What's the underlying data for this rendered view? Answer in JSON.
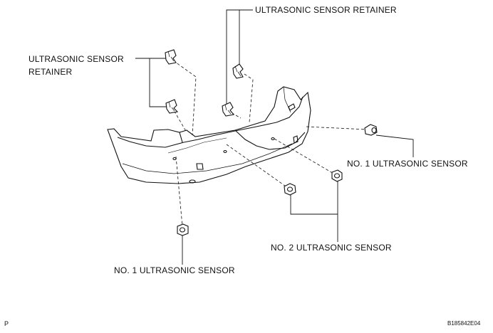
{
  "labels": {
    "retainer_top": "ULTRASONIC SENSOR RETAINER",
    "retainer_left_line1": "ULTRASONIC SENSOR",
    "retainer_left_line2": "RETAINER",
    "sensor_no1_right": "NO. 1 ULTRASONIC SENSOR",
    "sensor_no2": "NO. 2 ULTRASONIC SENSOR",
    "sensor_no1_bottom": "NO. 1 ULTRASONIC SENSOR"
  },
  "corner_mark": "P",
  "figure_id": "B185842E04"
}
